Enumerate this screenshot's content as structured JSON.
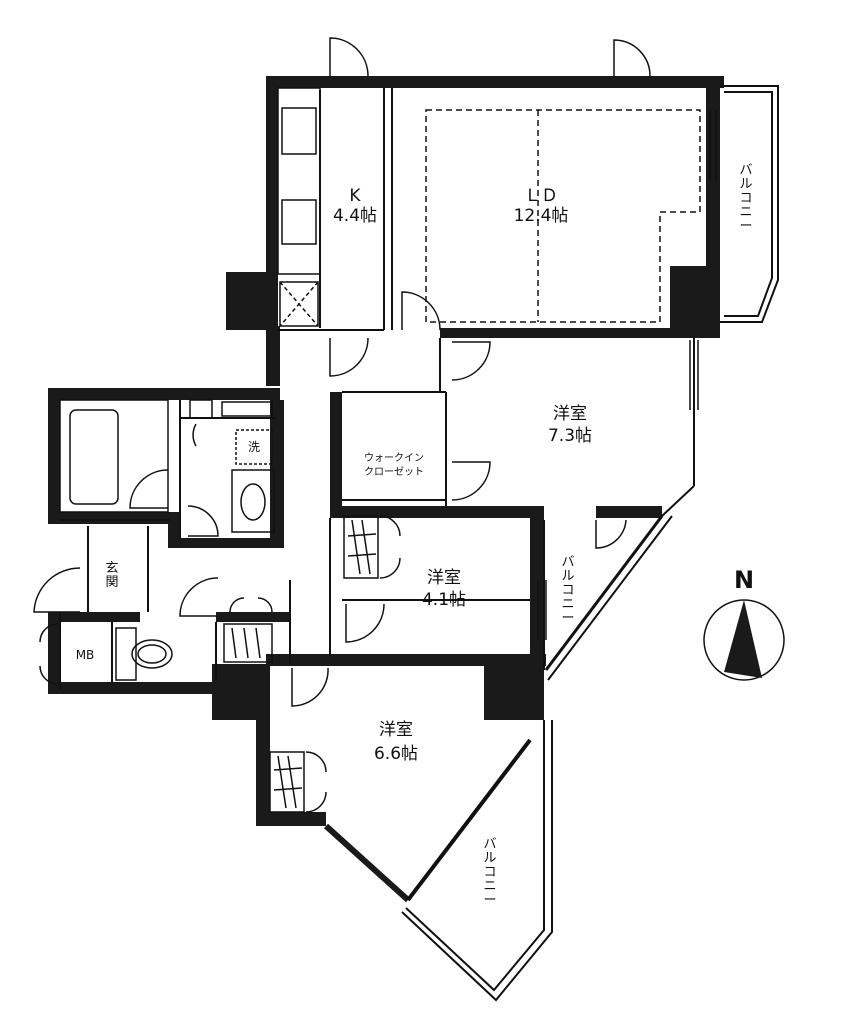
{
  "rooms": {
    "kitchen": {
      "name": "K",
      "size": "4.4帖"
    },
    "living_dining": {
      "name": "ＬＤ",
      "size": "12.4帖"
    },
    "western_1": {
      "name": "洋室",
      "size": "7.3帖"
    },
    "western_2": {
      "name": "洋室",
      "size": "4.1帖"
    },
    "western_3": {
      "name": "洋室",
      "size": "6.6帖"
    },
    "walk_in_closet": {
      "line1": "ウォークイン",
      "line2": "クローゼット"
    },
    "entrance": "玄関",
    "meter_box": "MB",
    "laundry": "洗"
  },
  "balconies": {
    "east": "バルコニー",
    "middle": "バルコニー",
    "south": "バルコニー"
  },
  "compass": {
    "label": "N"
  },
  "colors": {
    "wall": "#1a1a1a",
    "line": "#111111",
    "background": "#ffffff"
  }
}
